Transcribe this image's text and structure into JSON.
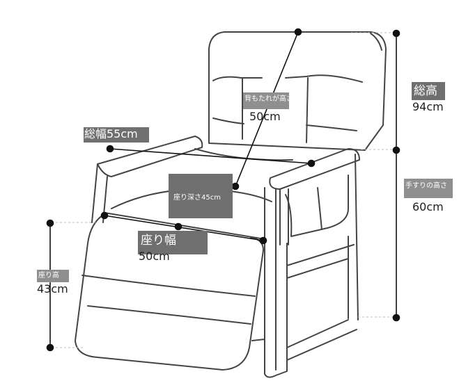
{
  "dimensions": {
    "total_height": {
      "label": "総高",
      "value": "94cm"
    },
    "backrest_height": {
      "label": "背もたれが高さ",
      "value": "50cm"
    },
    "total_width": {
      "label": "総幅55cm"
    },
    "armrest_height": {
      "label": "手すりの高さ",
      "value": "60cm"
    },
    "seat_depth": {
      "label": "座り深さ45cm"
    },
    "seat_width": {
      "label": "座り幅",
      "value": "50cm"
    },
    "seat_height": {
      "label": "座り高",
      "value": "43cm"
    }
  },
  "colors": {
    "line": "#333333",
    "dimension": "#111111",
    "tag": "#8f8f8f",
    "guide": "#bbbbbb"
  }
}
